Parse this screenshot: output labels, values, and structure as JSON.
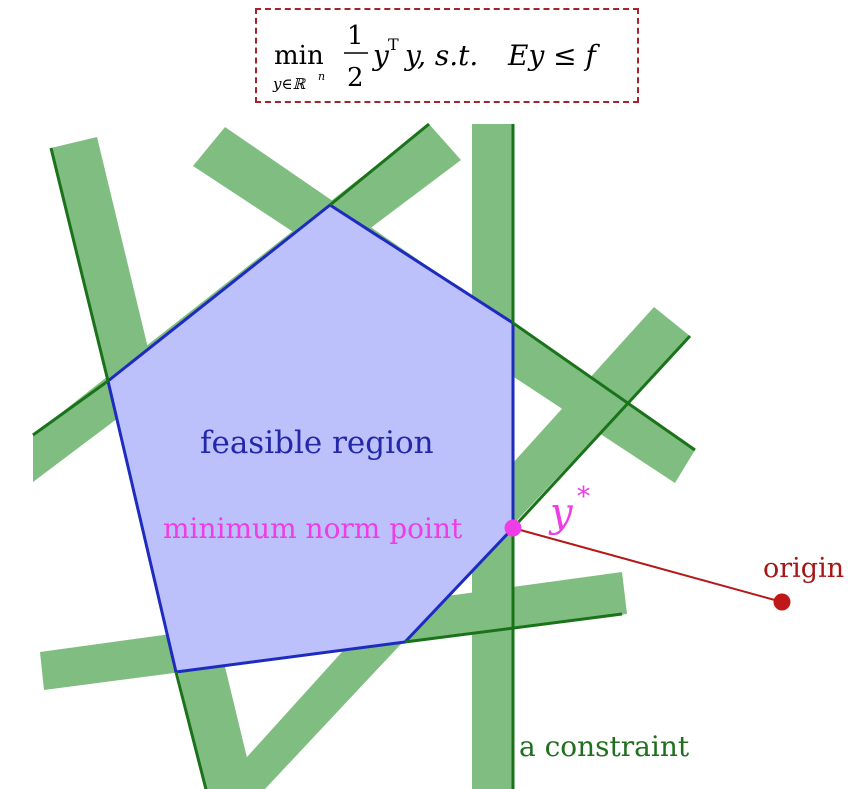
{
  "formula": {
    "min_op": "min",
    "min_subscript": "y∈ℝ",
    "min_subscript_sup": "n",
    "frac_num": "1",
    "frac_den": "2",
    "var_y": "y",
    "transpose": "T",
    "after_transpose": "y, s.t.",
    "constraint": "Ey ≤ f"
  },
  "labels": {
    "feasible_region": "feasible region",
    "minimum_norm_point": "minimum norm point",
    "y_star": "y",
    "y_star_sup": "*",
    "origin": "origin",
    "a_constraint": "a constraint"
  },
  "colors": {
    "constraint_band": "#80bd80",
    "constraint_line": "#1a731a",
    "feasible_fill": "#bcc0fb",
    "feasible_edge": "#1e2bbf",
    "feasible_text": "#2428a8",
    "min_norm_point": "#ee3de6",
    "origin_point": "#b41818",
    "box_border": "#a3252b"
  }
}
